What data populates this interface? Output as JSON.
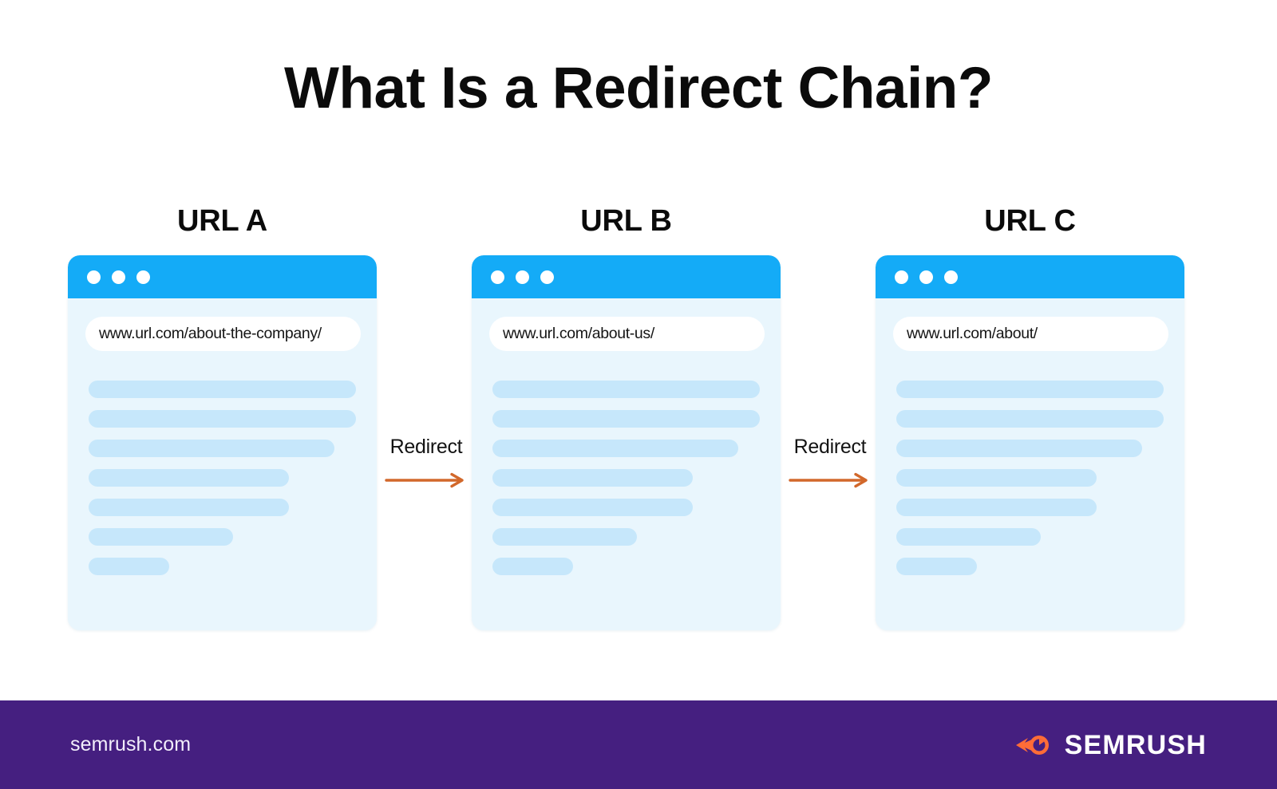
{
  "page": {
    "title": "What Is a Redirect Chain?",
    "background_color": "#ffffff"
  },
  "theme": {
    "browser_bar_blue": "#14abf7",
    "card_background": "#e9f6fd",
    "skeleton_bar": "#c6e7fb",
    "arrow_orange": "#d2682b",
    "footer_purple": "#451f80",
    "title_color": "#0b0b0b"
  },
  "cards": [
    {
      "label": "URL A",
      "url": "www.url.com/about-the-company/",
      "dots": [
        "dot-1",
        "dot-2",
        "dot-3"
      ],
      "skeleton_widths": [
        "100%",
        "100%",
        "92%",
        "75%",
        "75%",
        "54%",
        "30%"
      ]
    },
    {
      "label": "URL B",
      "url": "www.url.com/about-us/",
      "dots": [
        "dot-1",
        "dot-2",
        "dot-3"
      ],
      "skeleton_widths": [
        "100%",
        "100%",
        "92%",
        "75%",
        "75%",
        "54%",
        "30%"
      ]
    },
    {
      "label": "URL C",
      "url": "www.url.com/about/",
      "dots": [
        "dot-1",
        "dot-2",
        "dot-3"
      ],
      "skeleton_widths": [
        "100%",
        "100%",
        "92%",
        "75%",
        "75%",
        "54%",
        "30%"
      ]
    }
  ],
  "connectors": [
    {
      "label": "Redirect",
      "icon": "arrow-right-icon"
    },
    {
      "label": "Redirect",
      "icon": "arrow-right-icon"
    }
  ],
  "footer": {
    "site": "semrush.com",
    "brand": "SEMRUSH",
    "logo_icon": "semrush-comet-icon"
  }
}
